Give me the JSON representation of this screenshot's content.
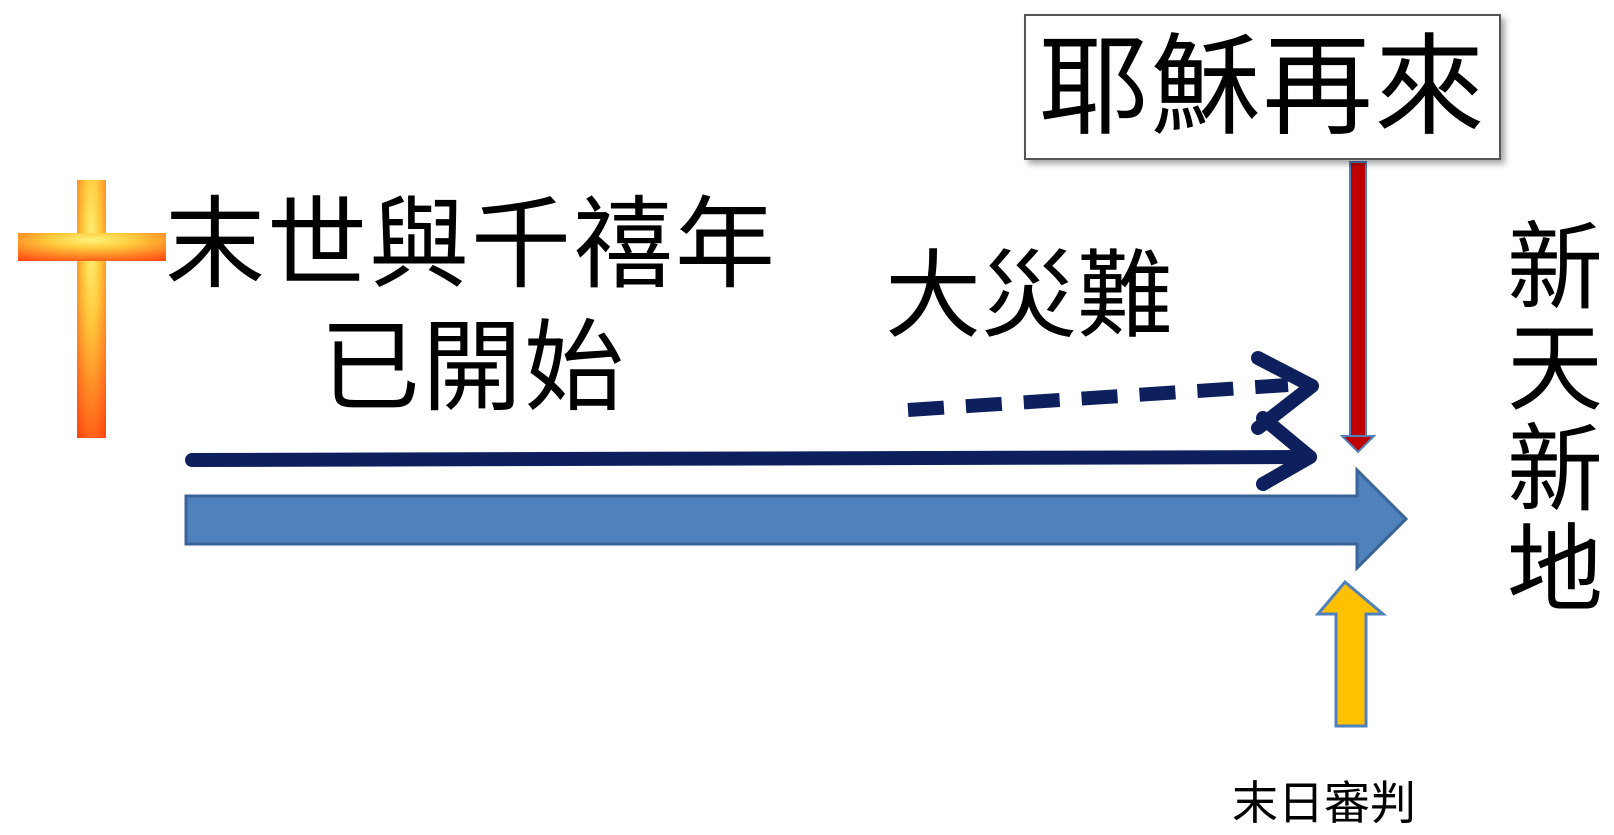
{
  "title": {
    "line1": "末世與千禧年",
    "line2": "已開始"
  },
  "tribulation_label": "大災難",
  "second_coming_label": "耶穌再來",
  "new_heaven_label": "新天新地",
  "judgement_label": "末日審判",
  "icons": {
    "cross": "cross-icon"
  },
  "colors": {
    "main_arrow": "#4F81BD",
    "navy_arrow": "#0D1F5C",
    "red_arrow": "#C00000",
    "yellow_arrow": "#FFC000",
    "cross_top": "#FFE94D",
    "cross_bottom": "#FF4A10"
  }
}
